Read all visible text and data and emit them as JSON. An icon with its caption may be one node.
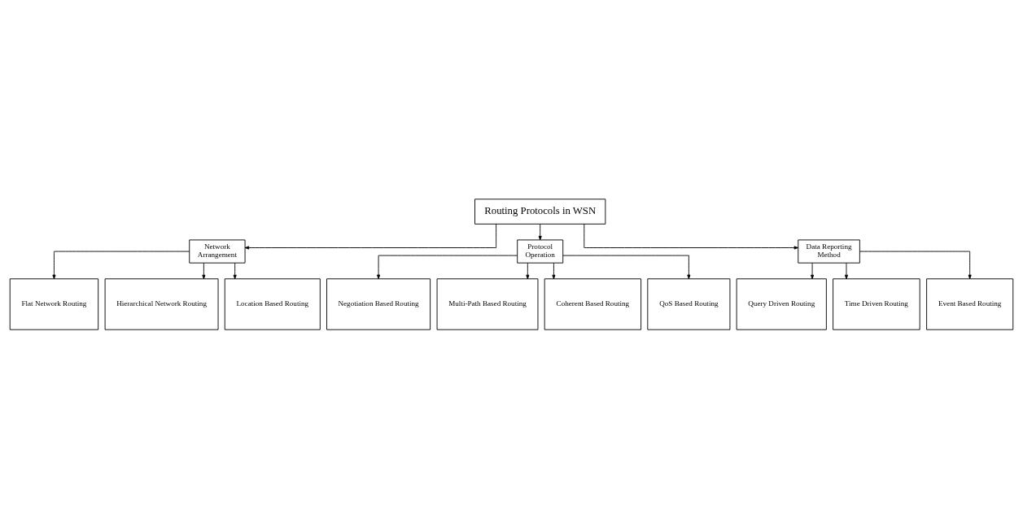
{
  "diagram": {
    "nodes": [
      {
        "text": [
          "Routing Protocols in WSN"
        ]
      },
      {
        "text": [
          "Network Arrangement"
        ]
      },
      {
        "text": [
          "Protocol Operation"
        ]
      },
      {
        "text": [
          "Data Reporting Method"
        ]
      },
      {
        "text": [
          "Flat Network Routing"
        ]
      },
      {
        "text": [
          "Hierarchical Network Routing"
        ]
      },
      {
        "text": [
          "Location Based Routing"
        ]
      },
      {
        "text": [
          "Negotiation Based Routing"
        ]
      },
      {
        "text": [
          "Multi-Path Based Routing"
        ]
      },
      {
        "text": [
          "Coherent Based Routing"
        ]
      },
      {
        "text": [
          "QoS Based Routing"
        ]
      },
      {
        "text": [
          "Query Driven Routing"
        ]
      },
      {
        "text": [
          "Time Driven Routing"
        ]
      },
      {
        "text": [
          "Event Based Routing"
        ]
      }
    ],
    "edges": [
      {
        "from": 0,
        "to": 1,
        "arrow": "to"
      },
      {
        "from": 0,
        "to": 2,
        "arrow": "to"
      },
      {
        "from": 0,
        "to": 3,
        "arrow": "to"
      },
      {
        "from": 1,
        "to": 4,
        "arrow": "to"
      },
      {
        "from": 1,
        "to": 5,
        "arrow": "to"
      },
      {
        "from": 1,
        "to": 6,
        "arrow": "to"
      },
      {
        "from": 2,
        "to": 7,
        "arrow": "to"
      },
      {
        "from": 2,
        "to": 8,
        "arrow": "to"
      },
      {
        "from": 2,
        "to": 9,
        "arrow": "to"
      },
      {
        "from": 2,
        "to": 10,
        "arrow": "to"
      },
      {
        "from": 3,
        "to": 11,
        "arrow": "to"
      },
      {
        "from": 3,
        "to": 12,
        "arrow": "to"
      },
      {
        "from": 3,
        "to": 13,
        "arrow": "to"
      }
    ]
  }
}
